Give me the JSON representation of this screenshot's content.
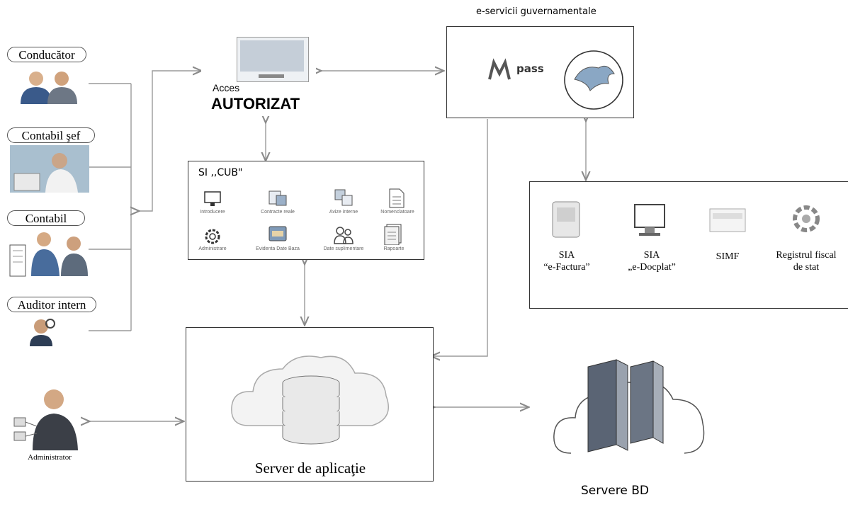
{
  "users": {
    "conducator": "Conducător",
    "contabil_sef": "Contabil şef",
    "contabil": "Contabil",
    "auditor": "Auditor intern",
    "administrator": "Administrator"
  },
  "access": {
    "line1": "Acces",
    "line2": "AUTORIZAT"
  },
  "gov": {
    "title": "e-servicii guvernamentale",
    "mpass": "pass"
  },
  "si_cub": {
    "title": "SI „,CUB”",
    "title_plain": "SI ,,CUB\"",
    "modules": [
      "Introducere",
      "Contracte reale",
      "Avize interne",
      "Nomenclatoare",
      "Administrare",
      "Evidenta Date Baza",
      "Date suplimentare",
      "Rapoarte"
    ]
  },
  "systems": [
    {
      "line1": "SIA",
      "line2": "“e-Factura”"
    },
    {
      "line1": "SIA",
      "line2": "„e-Docplat”"
    },
    {
      "line1": "SIMF",
      "line2": ""
    },
    {
      "line1": "Registrul fiscal",
      "line2": "de stat"
    }
  ],
  "server_app": "Server de aplicaţie",
  "server_db": "Servere BD",
  "colors": {
    "arrow": "#9a9a9a",
    "line": "#8a8a8a",
    "border": "#333333"
  }
}
